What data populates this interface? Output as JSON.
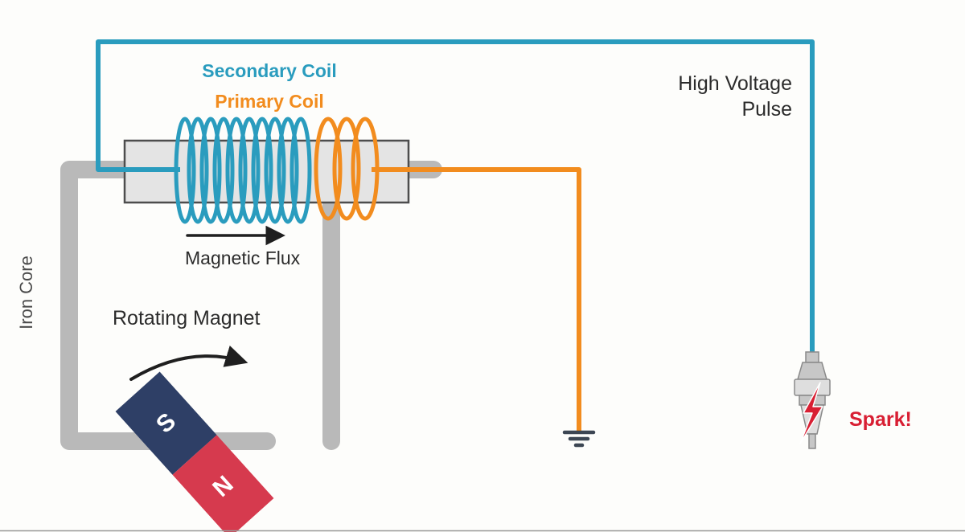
{
  "colors": {
    "secondary": "#2a9cbe",
    "primary": "#f28c1e",
    "core_gray": "#b9b9b9",
    "coil_fill": "#e4e4e4",
    "coil_border": "#4d4d4d",
    "magnet_s": "#2e3f66",
    "magnet_n": "#d63a4e",
    "spark_red": "#d81f33",
    "text_dark": "#2b2b2b",
    "text_gray": "#4a4a4a",
    "ground": "#3c4653",
    "arrow_dark": "#1f1f1f",
    "plug_gray": "#c7c7c7",
    "background": "#fdfdfb"
  },
  "labels": {
    "secondary_coil": "Secondary Coil",
    "primary_coil": "Primary Coil",
    "high_voltage_line1": "High Voltage",
    "high_voltage_line2": "Pulse",
    "magnetic_flux": "Magnetic Flux",
    "iron_core": "Iron Core",
    "rotating_magnet": "Rotating Magnet",
    "spark": "Spark!",
    "magnet_south": "S",
    "magnet_north": "N"
  }
}
